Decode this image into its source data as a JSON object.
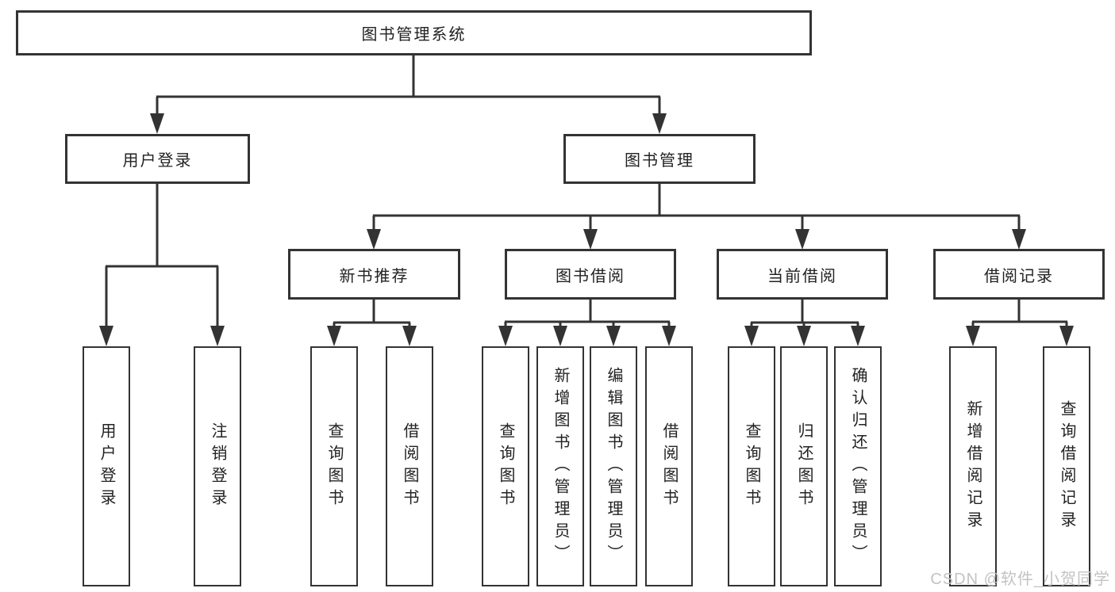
{
  "tree": {
    "label": "图书管理系统",
    "children": [
      {
        "label": "用户登录",
        "children": [
          {
            "label": "用户登录"
          },
          {
            "label": "注销登录"
          }
        ]
      },
      {
        "label": "图书管理",
        "children": [
          {
            "label": "新书推荐",
            "children": [
              {
                "label": "查询图书"
              },
              {
                "label": "借阅图书"
              }
            ]
          },
          {
            "label": "图书借阅",
            "children": [
              {
                "label": "查询图书"
              },
              {
                "label": "新增图书（管理员）"
              },
              {
                "label": "编辑图书（管理员）"
              },
              {
                "label": "借阅图书"
              }
            ]
          },
          {
            "label": "当前借阅",
            "children": [
              {
                "label": "查询图书"
              },
              {
                "label": "归还图书"
              },
              {
                "label": "确认归还（管理员）"
              }
            ]
          },
          {
            "label": "借阅记录",
            "children": [
              {
                "label": "新增借阅记录"
              },
              {
                "label": "查询借阅记录"
              }
            ]
          }
        ]
      }
    ]
  },
  "watermark": {
    "text": "CSDN @软件_小贺同学"
  },
  "colors": {
    "line": "#333333",
    "box_border": "#333333",
    "text": "#222222",
    "watermark": "#c3c3c3",
    "background": "#ffffff"
  }
}
